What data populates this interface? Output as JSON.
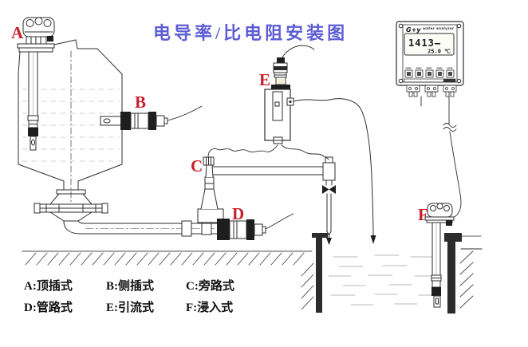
{
  "title": "电导率/比电阻安装图",
  "labels": [
    "A",
    "B",
    "C",
    "D",
    "E",
    "F"
  ],
  "legend": {
    "items": [
      "A:顶插式",
      "B:侧插式",
      "C:旁路式",
      "D:管路式",
      "E:引流式",
      "F:浸入式"
    ]
  },
  "meter": {
    "brand": "G+y",
    "product": "water analyzer",
    "display_main": "1413—",
    "display_temp": "25.0 ℃"
  },
  "colors": {
    "title_text": "#5d5dd5",
    "sensor_label": "#c8202a",
    "line": "#2e2e2e"
  }
}
